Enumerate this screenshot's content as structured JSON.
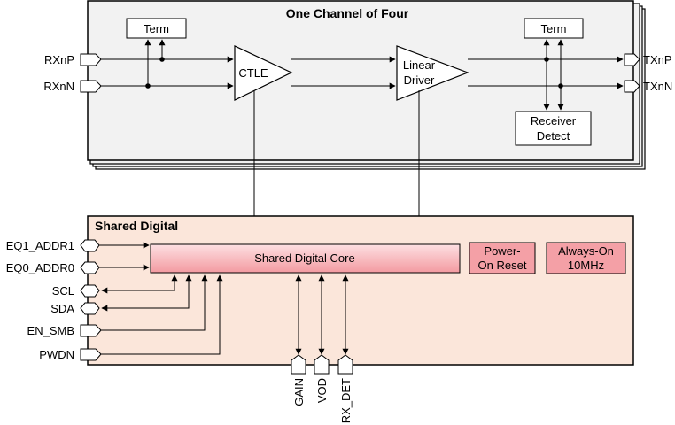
{
  "channel": {
    "title": "One Channel of Four",
    "term_left": "Term",
    "term_right": "Term",
    "ctle": "CTLE",
    "linear_driver_line1": "Linear",
    "linear_driver_line2": "Driver",
    "receiver_detect_line1": "Receiver",
    "receiver_detect_line2": "Detect",
    "inputs": [
      "RXnP",
      "RXnN"
    ],
    "outputs": [
      "TXnP",
      "TXnN"
    ]
  },
  "shared": {
    "title": "Shared Digital",
    "core": "Shared Digital Core",
    "por_line1": "Power-",
    "por_line2": "On Reset",
    "osc_line1": "Always-On",
    "osc_line2": "10MHz",
    "left_pins": [
      "EQ1_ADDR1",
      "EQ0_ADDR0",
      "SCL",
      "SDA",
      "EN_SMB",
      "PWDN"
    ],
    "bottom_pins": [
      "GAIN",
      "VOD",
      "RX_DET"
    ]
  },
  "colors": {
    "channel_fill": "#f2f2f2",
    "shared_fill": "#fbe6da",
    "core_fill": "#f4a0a6",
    "box_fill": "#ffffff",
    "stroke": "#000000"
  }
}
